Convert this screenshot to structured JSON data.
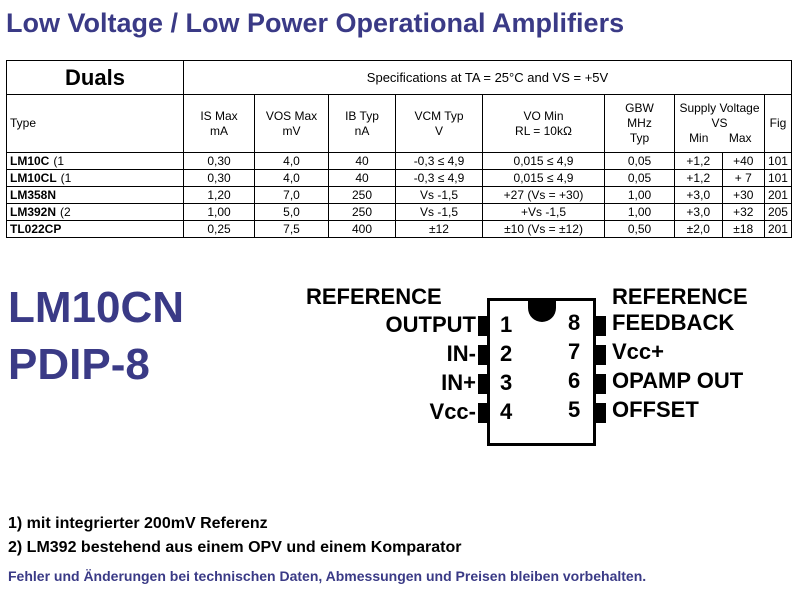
{
  "title": "Low Voltage / Low Power Operational Amplifiers",
  "table": {
    "group": "Duals",
    "conditions": "Specifications at TA = 25°C and VS = +5V",
    "headers": {
      "type": "Type",
      "is": "IS Max",
      "is_unit": "mA",
      "vos": "VOS Max",
      "vos_unit": "mV",
      "ib": "IB Typ",
      "ib_unit": "nA",
      "vcm": "VCM Typ",
      "vcm_unit": "V",
      "vo": "VO Min",
      "vo_cond": "RL = 10kΩ",
      "gbw": "GBW",
      "gbw_unit": "MHz",
      "gbw_typ": "Typ",
      "supply": "Supply Voltage",
      "supply_vs": "VS",
      "supply_min": "Min",
      "supply_max": "Max",
      "fig": "Fig"
    },
    "rows": [
      {
        "type": "LM10C",
        "note": "(1",
        "is": "0,30",
        "vos": "4,0",
        "ib": "40",
        "vcm": "-0,3 ≤ 4,9",
        "vo": "0,015 ≤ 4,9",
        "gbw": "0,05",
        "vmin": "+1,2",
        "vmax": "+40",
        "fig": "101"
      },
      {
        "type": "LM10CL",
        "note": "(1",
        "is": "0,30",
        "vos": "4,0",
        "ib": "40",
        "vcm": "-0,3 ≤ 4,9",
        "vo": "0,015 ≤ 4,9",
        "gbw": "0,05",
        "vmin": "+1,2",
        "vmax": "+ 7",
        "fig": "101"
      },
      {
        "type": "LM358N",
        "note": "",
        "is": "1,20",
        "vos": "7,0",
        "ib": "250",
        "vcm": "Vs -1,5",
        "vo": "+27 (Vs = +30)",
        "gbw": "1,00",
        "vmin": "+3,0",
        "vmax": "+30",
        "fig": "201"
      },
      {
        "type": "LM392N",
        "note": "(2",
        "is": "1,00",
        "vos": "5,0",
        "ib": "250",
        "vcm": "Vs -1,5",
        "vo": "+Vs -1,5",
        "gbw": "1,00",
        "vmin": "+3,0",
        "vmax": "+32",
        "fig": "205"
      },
      {
        "type": "TL022CP",
        "note": "",
        "is": "0,25",
        "vos": "7,5",
        "ib": "400",
        "vcm": "±12",
        "vo": "±10 (Vs = ±12)",
        "gbw": "0,50",
        "vmin": "±2,0",
        "vmax": "±18",
        "fig": "201"
      }
    ]
  },
  "part": {
    "name": "LM10CN",
    "package": "PDIP-8"
  },
  "pinout": {
    "left": [
      {
        "num": "1",
        "label": "OUTPUT"
      },
      {
        "num": "2",
        "label": "IN-"
      },
      {
        "num": "3",
        "label": "IN+"
      },
      {
        "num": "4",
        "label": "Vcc-"
      }
    ],
    "right": [
      {
        "num": "8",
        "label": "FEEDBACK"
      },
      {
        "num": "7",
        "label": "Vcc+"
      },
      {
        "num": "6",
        "label": "OPAMP OUT"
      },
      {
        "num": "5",
        "label": "OFFSET"
      }
    ],
    "left_top": "REFERENCE",
    "right_top": "REFERENCE"
  },
  "notes": [
    "1) mit integrierter 200mV Referenz",
    "2) LM392 bestehend aus einem OPV und einem Komparator"
  ],
  "footer": "Fehler und Änderungen bei technischen Daten, Abmessungen und Preisen bleiben vorbehalten."
}
